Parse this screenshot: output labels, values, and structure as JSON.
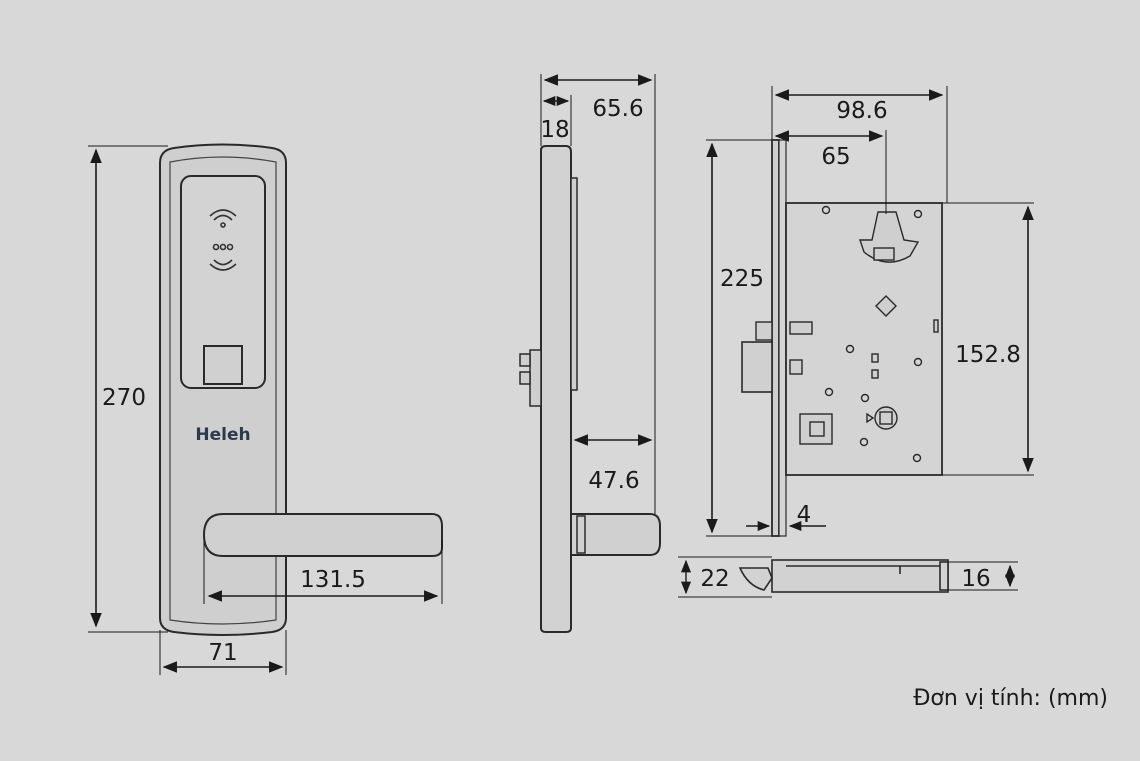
{
  "front_view": {
    "brand": "Heleh",
    "height": "270",
    "width": "71",
    "handle_length": "131.5"
  },
  "side_view": {
    "total_depth": "65.6",
    "plate_depth": "18",
    "handle_depth": "47.6"
  },
  "mortise_view": {
    "backset_total": "98.6",
    "backset": "65",
    "faceplate_height": "225",
    "case_height": "152.8",
    "faceplate_thickness": "4",
    "latch_width": "22",
    "latch_height": "16"
  },
  "unit_note": "Đơn vị tính: (mm)"
}
